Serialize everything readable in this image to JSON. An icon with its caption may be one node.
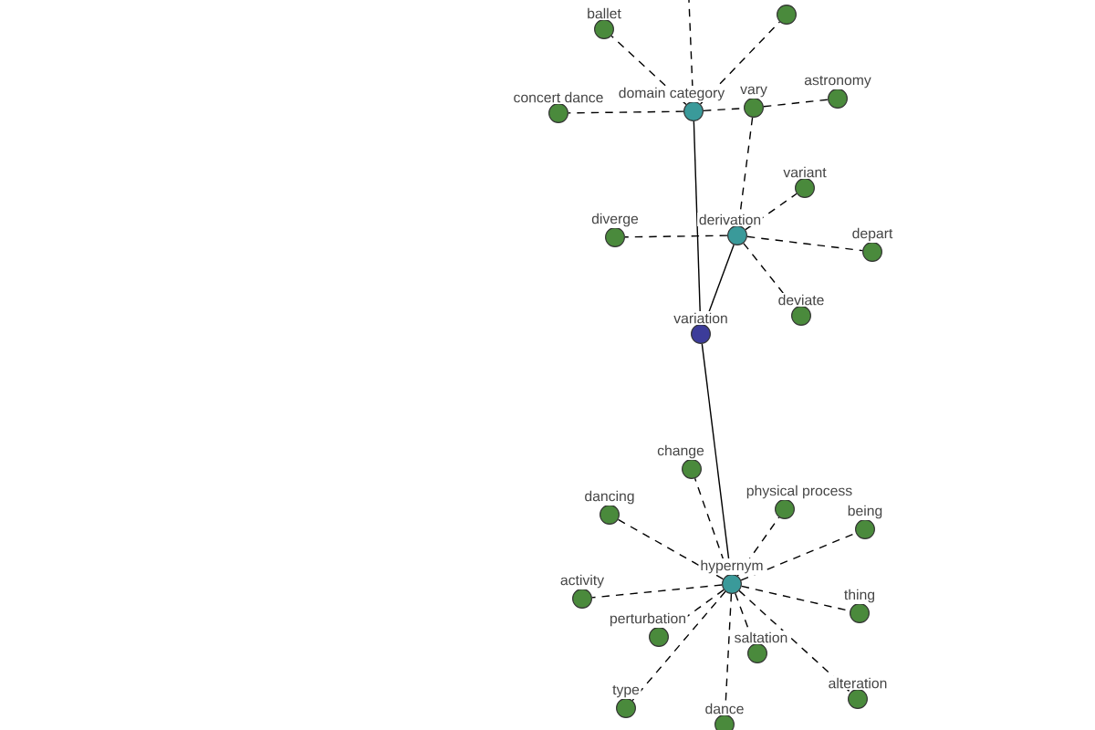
{
  "diagram": {
    "nodes": [
      {
        "text": [
          "ballet"
        ]
      },
      {
        "text": [],
        "shape": "circle"
      },
      {
        "text": [
          "concert dance"
        ]
      },
      {
        "text": [
          "domain category"
        ]
      },
      {
        "text": [
          "vary"
        ]
      },
      {
        "text": [
          "astronomy"
        ]
      },
      {
        "text": [
          "variant"
        ]
      },
      {
        "text": [
          "diverge"
        ]
      },
      {
        "text": [
          "derivation"
        ]
      },
      {
        "text": [
          "depart"
        ]
      },
      {
        "text": [
          "deviate"
        ]
      },
      {
        "text": [
          "variation"
        ]
      },
      {
        "text": [
          "change"
        ]
      },
      {
        "text": [
          "dancing"
        ]
      },
      {
        "text": [
          "physical process"
        ]
      },
      {
        "text": [
          "being"
        ]
      },
      {
        "text": [
          "hypernym"
        ]
      },
      {
        "text": [
          "activity"
        ]
      },
      {
        "text": [
          "thing"
        ]
      },
      {
        "text": [
          "perturbation"
        ]
      },
      {
        "text": [
          "saltation"
        ]
      },
      {
        "text": [
          "type"
        ]
      },
      {
        "text": [
          "dance"
        ]
      },
      {
        "text": [
          "alteration"
        ]
      }
    ],
    "edges": [
      {
        "from": 3,
        "to": 0,
        "arrow": "none",
        "style": "dashed"
      },
      {
        "from": 3,
        "to": 1,
        "arrow": "none",
        "style": "dashed"
      },
      {
        "from": 3,
        "to": 2,
        "arrow": "none",
        "style": "dashed"
      },
      {
        "from": 3,
        "to": 4,
        "arrow": "none",
        "style": "dashed"
      },
      {
        "from": 3,
        "to": null,
        "arrow": "none",
        "style": "dashed"
      },
      {
        "from": 4,
        "to": 5,
        "arrow": "none",
        "style": "dashed"
      },
      {
        "from": 4,
        "to": 8,
        "arrow": "none",
        "style": "dashed"
      },
      {
        "from": 8,
        "to": 6,
        "arrow": "none",
        "style": "dashed"
      },
      {
        "from": 8,
        "to": 7,
        "arrow": "none",
        "style": "dashed"
      },
      {
        "from": 8,
        "to": 9,
        "arrow": "none",
        "style": "dashed"
      },
      {
        "from": 8,
        "to": 10,
        "arrow": "none",
        "style": "dashed"
      },
      {
        "from": 3,
        "to": 11,
        "arrow": "none"
      },
      {
        "from": 8,
        "to": 11,
        "arrow": "none"
      },
      {
        "from": 11,
        "to": 16,
        "arrow": "none"
      },
      {
        "from": 16,
        "to": 12,
        "arrow": "none",
        "style": "dashed"
      },
      {
        "from": 16,
        "to": 13,
        "arrow": "none",
        "style": "dashed"
      },
      {
        "from": 16,
        "to": 14,
        "arrow": "none",
        "style": "dashed"
      },
      {
        "from": 16,
        "to": 15,
        "arrow": "none",
        "style": "dashed"
      },
      {
        "from": 16,
        "to": 17,
        "arrow": "none",
        "style": "dashed"
      },
      {
        "from": 16,
        "to": 18,
        "arrow": "none",
        "style": "dashed"
      },
      {
        "from": 16,
        "to": 19,
        "arrow": "none",
        "style": "dashed"
      },
      {
        "from": 16,
        "to": 20,
        "arrow": "none",
        "style": "dashed"
      },
      {
        "from": 16,
        "to": 21,
        "arrow": "none",
        "style": "dashed"
      },
      {
        "from": 16,
        "to": 22,
        "arrow": "none",
        "style": "dashed"
      },
      {
        "from": 16,
        "to": 23,
        "arrow": "none",
        "style": "dashed"
      }
    ]
  }
}
